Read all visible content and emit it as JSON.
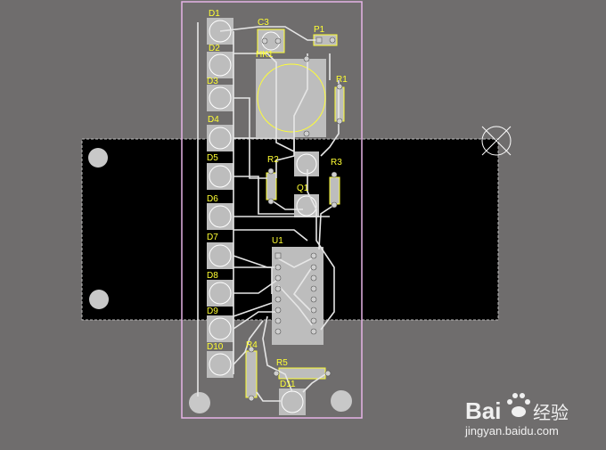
{
  "app": "PCB layout editor",
  "colors": {
    "background": "#6f6d6d",
    "board_outline": "#e6b3e6",
    "keepout": "#000000",
    "silkscreen": "#ffff33",
    "trace": "#dcdcdc",
    "pad": "#c8c8c8",
    "component_shade": "#bdbdbd"
  },
  "designators": {
    "D1": "D1",
    "D2": "D2",
    "D3": "D3",
    "D4": "D4",
    "D5": "D5",
    "D6": "D6",
    "D7": "D7",
    "D8": "D8",
    "D9": "D9",
    "D10": "D10",
    "D11": "D11",
    "C3": "C3",
    "HK1": "HK1",
    "P1": "P1",
    "R1": "R1",
    "R2": "R2",
    "R3": "R3",
    "R4": "R4",
    "R5": "R5",
    "Q1": "Q1",
    "U1": "U1"
  },
  "watermark": {
    "brand": "Bai",
    "brand_suffix": "经验",
    "url": "jingyan.baidu.com"
  }
}
